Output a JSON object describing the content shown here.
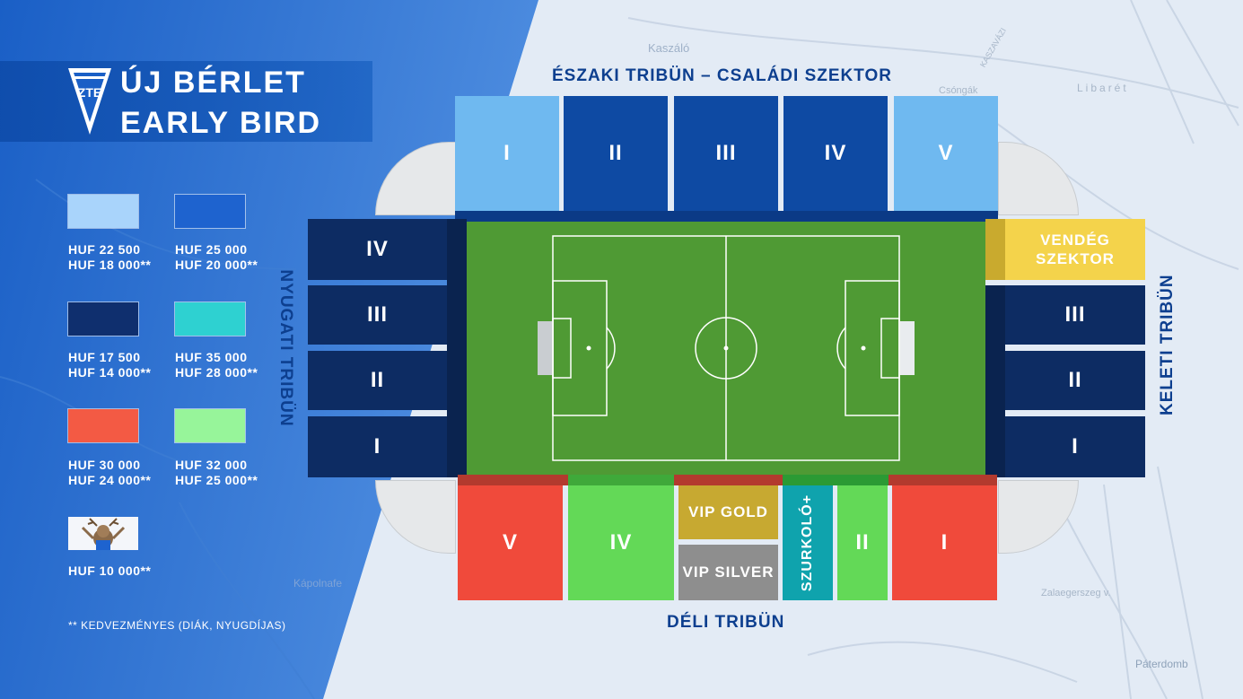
{
  "header": {
    "title_line1": "ÚJ BÉRLET",
    "title_line2": "EARLY BIRD",
    "logo_text": "ZTE"
  },
  "legend": [
    {
      "color": "#a9d4fb",
      "line1": "HUF 22 500",
      "line2": "HUF 18 000**"
    },
    {
      "color": "#1e63cf",
      "line1": "HUF 25 000",
      "line2": "HUF 20 000**"
    },
    {
      "color": "#0f2f6e",
      "line1": "HUF 17 500",
      "line2": "HUF 14 000**"
    },
    {
      "color": "#2ed1d1",
      "line1": "HUF 35 000",
      "line2": "HUF 28 000**"
    },
    {
      "color": "#f35a44",
      "line1": "HUF 30 000",
      "line2": "HUF 24 000**"
    },
    {
      "color": "#97f59a",
      "line1": "HUF 32 000",
      "line2": "HUF 25 000**"
    },
    {
      "color": "mascot",
      "line1": "HUF 10 000**",
      "line2": ""
    }
  ],
  "footnote": "** KEDVEZMÉNYES (DIÁK, NYUGDÍJAS)",
  "stands": {
    "north": "ÉSZAKI TRIBÜN – CSALÁDI SZEKTOR",
    "west": "NYUGATI TRIBÜN",
    "east": "KELETI TRIBÜN",
    "south": "DÉLI TRIBÜN"
  },
  "sectors": {
    "north": [
      "I",
      "II",
      "III",
      "IV",
      "V"
    ],
    "west": [
      "IV",
      "III",
      "II",
      "I"
    ],
    "east": [
      "VENDÉG SZEKTOR",
      "III",
      "II",
      "I"
    ],
    "south": [
      "V",
      "IV",
      "VIP GOLD",
      "VIP SILVER",
      "SZURKOLÓ+",
      "II",
      "I"
    ]
  },
  "map_labels": {
    "kaszalo": "Kaszáló",
    "libaret": "Libarét",
    "csongak": "Csóngák",
    "kaszavazi": "KASZAVÁZI",
    "kapolnafe": "Kápolnafe",
    "zalaegerszeg": "Zalaegerszeg v.",
    "paterdomb": "Páterdomb"
  },
  "colors": {
    "light_blue": "#6fb9f0",
    "mid_blue": "#0e4aa3",
    "dark_navy": "#0d2c63",
    "red": "#f04a3b",
    "green": "#63d957",
    "gold": "#c7a931",
    "silver": "#8e8e8e",
    "cyan": "#0fa3ad",
    "yellow": "#f4d34b",
    "pitch": "#4f9a34"
  }
}
